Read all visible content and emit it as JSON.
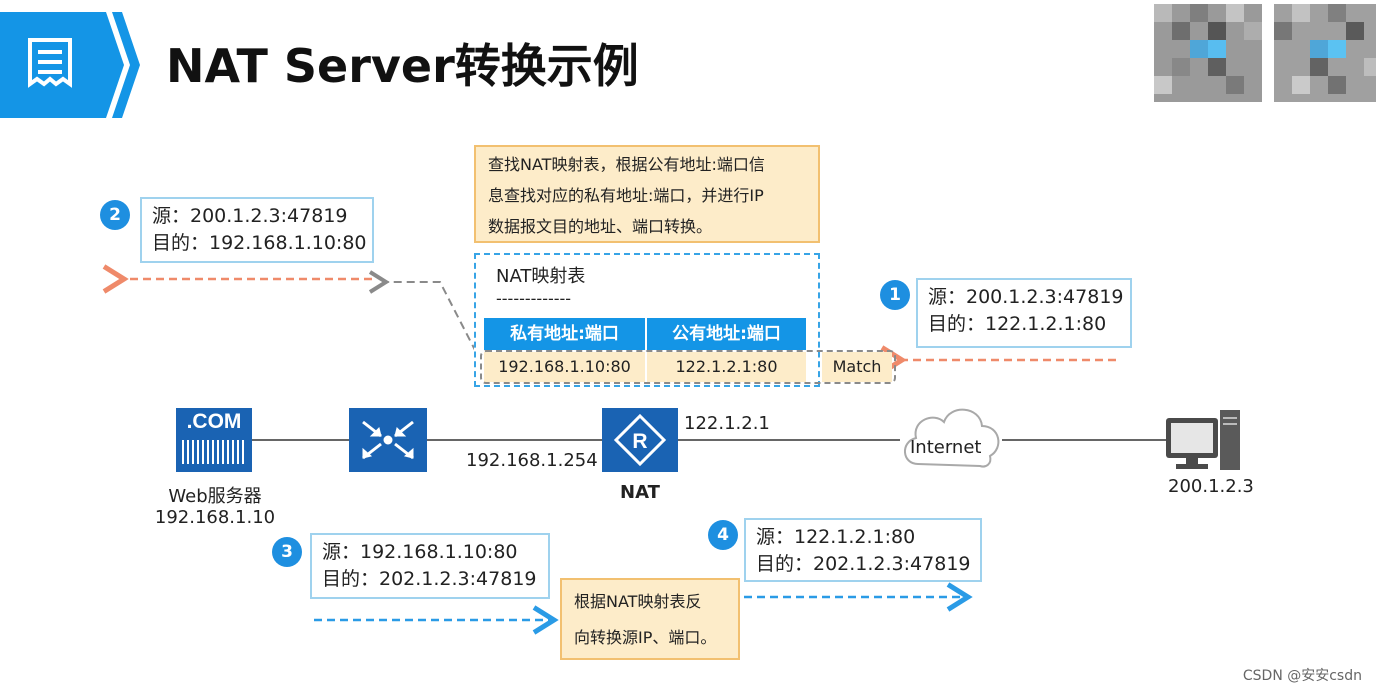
{
  "page": {
    "title": "NAT Server转换示例",
    "watermark": "CSDN @安安csdn"
  },
  "notes": {
    "top": [
      "查找NAT映射表，根据公有地址:端口信",
      "息查找对应的私有地址:端口，并进行IP",
      "数据报文目的地址、端口转换。"
    ],
    "bottom": [
      "根据NAT映射表反",
      "向转换源IP、端口。"
    ]
  },
  "nat_table": {
    "title": "NAT映射表",
    "separator": "-------------",
    "headers": [
      "私有地址:端口",
      "公有地址:端口"
    ],
    "row": [
      "192.168.1.10:80",
      "122.1.2.1:80"
    ],
    "match": "Match"
  },
  "steps": [
    {
      "num": "1",
      "src": "源：200.1.2.3:47819",
      "dst": "目的：122.1.2.1:80"
    },
    {
      "num": "2",
      "src": "源：200.1.2.3:47819",
      "dst": "目的：192.168.1.10:80"
    },
    {
      "num": "3",
      "src": "源：192.168.1.10:80",
      "dst": "目的：202.1.2.3:47819"
    },
    {
      "num": "4",
      "src": "源：122.1.2.1:80",
      "dst": "目的：202.1.2.3:47819"
    }
  ],
  "topology": {
    "server_name": "Web服务器",
    "server_ip": "192.168.1.10",
    "server_icon_text": ".COM",
    "switch_ip": "192.168.1.254",
    "nat_label": "NAT",
    "nat_icon_text": "R",
    "nat_public_ip": "122.1.2.1",
    "internet_label": "Internet",
    "client_ip": "200.1.2.3"
  },
  "colors": {
    "primary_blue": "#1495e6",
    "badge_blue": "#1e8fe0",
    "device_blue": "#1a63b3",
    "arrow_orange": "#ef8a6a",
    "arrow_blue": "#2a9be6",
    "note_fill": "#fdecc9",
    "note_border": "#f2c070"
  }
}
